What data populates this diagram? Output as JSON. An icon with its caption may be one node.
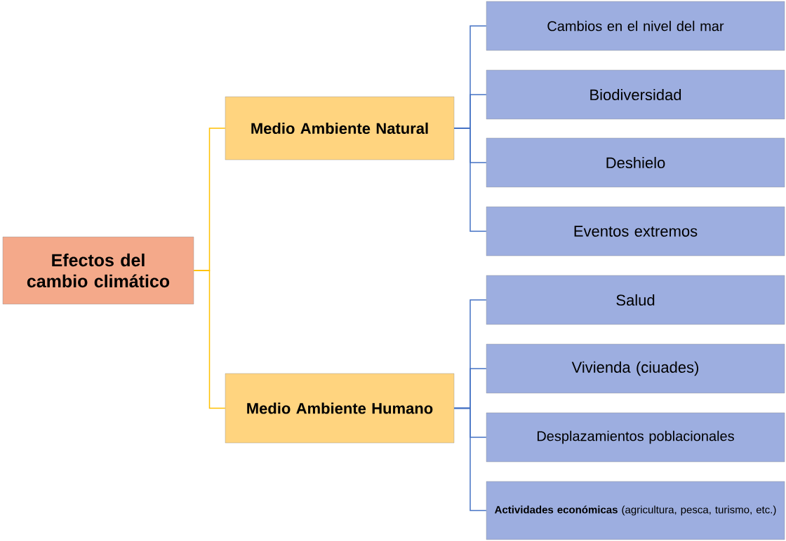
{
  "diagram": {
    "nodes": [
      {
        "text": [
          "Efectos del cambio climático"
        ]
      },
      {
        "text": [
          "Medio Ambiente Natural"
        ]
      },
      {
        "text": [
          "Medio Ambiente Humano"
        ]
      },
      {
        "text": [
          "Cambios en el nivel del mar"
        ]
      },
      {
        "text": [
          "Biodiversidad"
        ]
      },
      {
        "text": [
          "Deshielo"
        ]
      },
      {
        "text": [
          "Eventos extremos"
        ]
      },
      {
        "text": [
          "Salud"
        ]
      },
      {
        "text": [
          "Vivienda (ciuades)"
        ]
      },
      {
        "text": [
          "Desplazamientos poblacionales"
        ]
      },
      {
        "text": [
          "**Actividades económicas** (agricultura, pesca, turismo, etc.)"
        ]
      }
    ],
    "edges": [
      {
        "from": 0,
        "to": 1,
        "arrow": "none",
        "color": "#ffc000"
      },
      {
        "from": 0,
        "to": 2,
        "arrow": "none",
        "color": "#ffc000"
      },
      {
        "from": 1,
        "to": 3,
        "arrow": "none"
      },
      {
        "from": 1,
        "to": 4,
        "arrow": "none"
      },
      {
        "from": 1,
        "to": 5,
        "arrow": "none"
      },
      {
        "from": 1,
        "to": 6,
        "arrow": "none"
      },
      {
        "from": 2,
        "to": 7,
        "arrow": "none"
      },
      {
        "from": 2,
        "to": 8,
        "arrow": "none"
      },
      {
        "from": 2,
        "to": 9,
        "arrow": "none"
      },
      {
        "from": 2,
        "to": 10,
        "arrow": "none"
      }
    ]
  }
}
